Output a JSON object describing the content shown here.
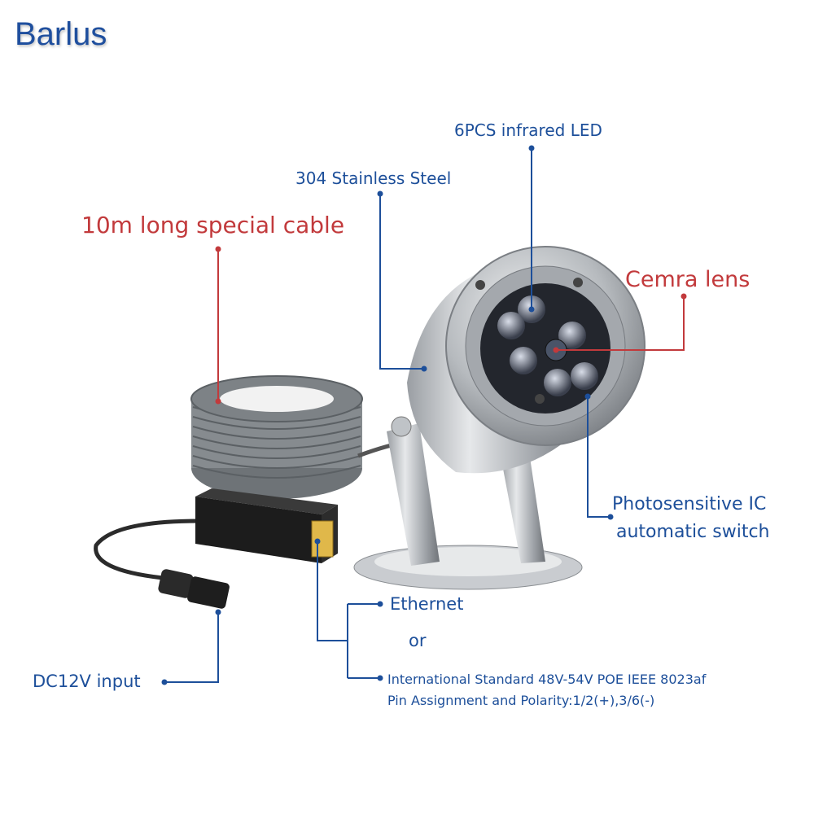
{
  "brand": "Barlus",
  "labels": {
    "infrared_led": "6PCS infrared LED",
    "stainless": "304 Stainless Steel",
    "cable": "10m long special cable",
    "lens": "Cemra lens",
    "photosensitive_1": "Photosensitive IC",
    "photosensitive_2": "automatic switch",
    "ethernet": "Ethernet",
    "or": "or",
    "poe_1": "International Standard 48V-54V POE IEEE 8023af",
    "poe_2": "Pin Assignment and Polarity:1/2(+),3/6(-)",
    "dc_input": "DC12V input"
  },
  "colors": {
    "blue": "#1d4f9a",
    "red": "#c23a3c"
  }
}
